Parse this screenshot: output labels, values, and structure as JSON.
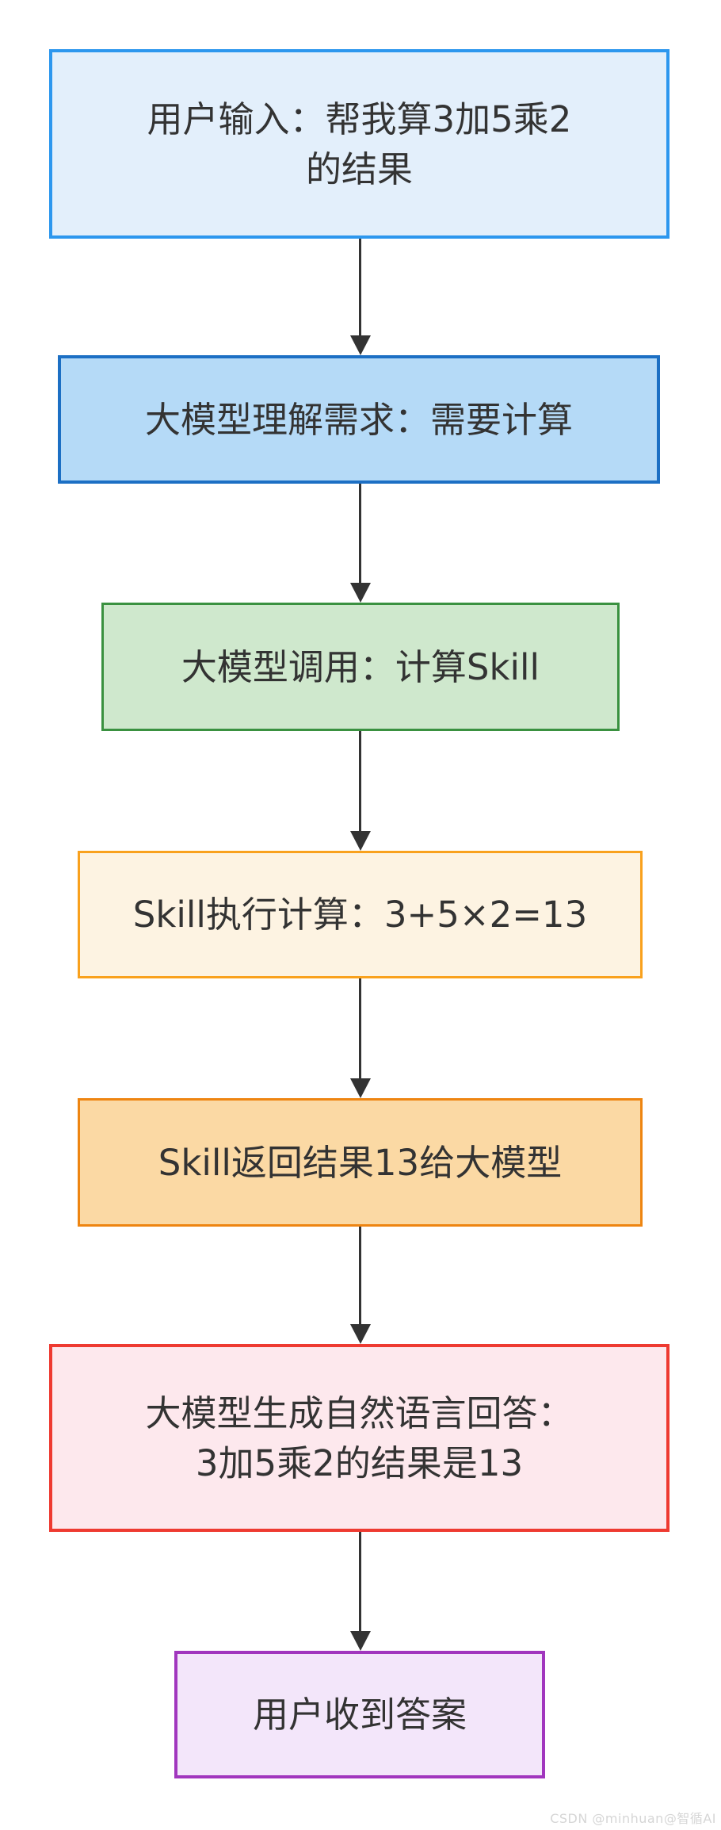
{
  "diagram": {
    "type": "flowchart",
    "direction": "top-down",
    "arrow_color": "#333333",
    "text_color": "#333333",
    "nodes": [
      {
        "id": "user-input",
        "lines": [
          "用户输入：帮我算3加5乘2",
          "的结果"
        ],
        "fill": "#e3effb",
        "border": "#2d97ee"
      },
      {
        "id": "llm-understand",
        "lines": [
          "大模型理解需求：需要计算"
        ],
        "fill": "#b5daf7",
        "border": "#1c6fc4"
      },
      {
        "id": "llm-call-skill",
        "lines": [
          "大模型调用：计算Skill"
        ],
        "fill": "#cfe8cd",
        "border": "#3a9140"
      },
      {
        "id": "skill-compute",
        "lines": [
          "Skill执行计算：3+5×2=13"
        ],
        "fill": "#fdf3e2",
        "border": "#f9a11d"
      },
      {
        "id": "skill-return",
        "lines": [
          "Skill返回结果13给大模型"
        ],
        "fill": "#fbd9a4",
        "border": "#ee8511"
      },
      {
        "id": "llm-answer",
        "lines": [
          "大模型生成自然语言回答：",
          "3加5乘2的结果是13"
        ],
        "fill": "#fde8ed",
        "border": "#ee3a31"
      },
      {
        "id": "user-receive",
        "lines": [
          "用户收到答案"
        ],
        "fill": "#f3e6fa",
        "border": "#a136be"
      }
    ],
    "edges": [
      {
        "from": "user-input",
        "to": "llm-understand"
      },
      {
        "from": "llm-understand",
        "to": "llm-call-skill"
      },
      {
        "from": "llm-call-skill",
        "to": "skill-compute"
      },
      {
        "from": "skill-compute",
        "to": "skill-return"
      },
      {
        "from": "skill-return",
        "to": "llm-answer"
      },
      {
        "from": "llm-answer",
        "to": "user-receive"
      }
    ]
  },
  "watermark": {
    "text": "CSDN @minhuan@智循AI",
    "color": "#d6d6d6"
  }
}
